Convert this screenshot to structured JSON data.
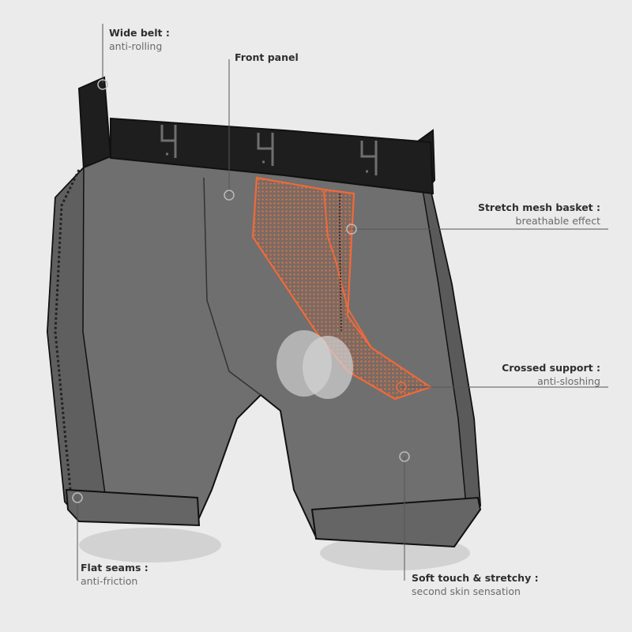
{
  "callouts": [
    {
      "title": "Wide belt :",
      "subtitle": "anti-rolling"
    },
    {
      "title": "Front panel"
    },
    {
      "title": "Stretch mesh basket :",
      "subtitle": "breathable effect"
    },
    {
      "title": "Crossed support :",
      "subtitle": "anti-sloshing"
    },
    {
      "title": "Flat seams :",
      "subtitle": "anti-friction"
    },
    {
      "title": "Soft touch & stretchy :",
      "subtitle": "second skin sensation"
    }
  ],
  "colors": {
    "background": "#ebebeb",
    "fabric": "#6f6f6f",
    "belt": "#1e1e1e",
    "mesh": "#f0693a"
  }
}
